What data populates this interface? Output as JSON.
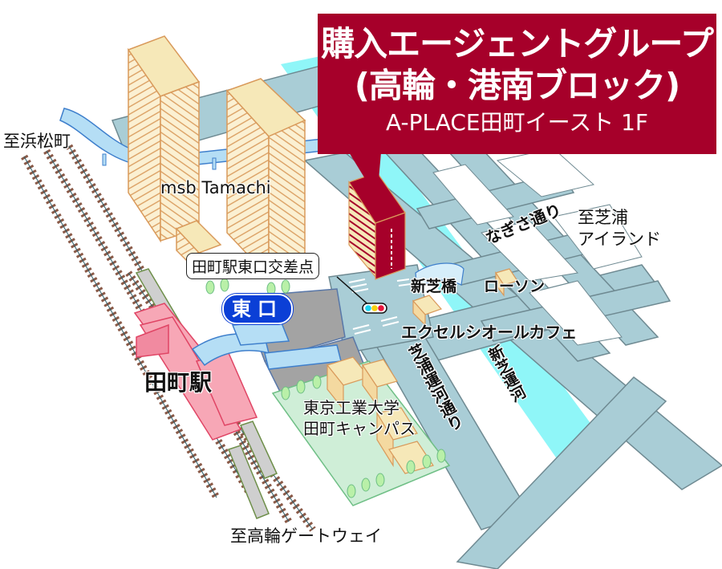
{
  "title_box": {
    "line1": "購入エージェントグループ",
    "line2": "(高輪・港南ブロック)",
    "line3": "A-PLACE田町イースト 1F",
    "background_color": "#a6002a",
    "text_color": "#ffffff"
  },
  "directions": {
    "hamamatsucho": "至浜松町",
    "takanawa_gateway": "至高輪ゲートウェイ",
    "shibaura_island": "至芝浦\nアイランド",
    "shibaura_island_line1": "至芝浦",
    "shibaura_island_line2": "アイランド"
  },
  "landmarks": {
    "msb_tamachi": "msb Tamachi",
    "tamachi_station": "田町駅",
    "east_exit": "東口",
    "intersection": "田町駅東口交差点",
    "shinshiba_bridge": "新芝橋",
    "lawson": "ローソン",
    "excelsior_cafe": "エクセルシオールカフェ",
    "titech_line1": "東京工業大学",
    "titech_line2": "田町キャンパス"
  },
  "streets": {
    "nagisa_dori": "なぎさ通り",
    "shibaura_unga_dori": "芝浦運河通り",
    "shinshiba_unga": "新芝運河"
  },
  "icons": {
    "traffic_light": "traffic-light-icon",
    "target_building": "red-building-icon",
    "railway": "railway-tracks",
    "train": "train-icon",
    "trees": "tree-icon"
  },
  "colors": {
    "road": "#a9cdd6",
    "road_edge": "#6f8a92",
    "canal": "#8ff6f8",
    "plaza": "#cfeed7",
    "building": "#f6e8b8",
    "building_stripe": "#d99a5b",
    "station": "#f7a7b6",
    "deck": "#aad8ef",
    "target_building": "#a6002a"
  }
}
